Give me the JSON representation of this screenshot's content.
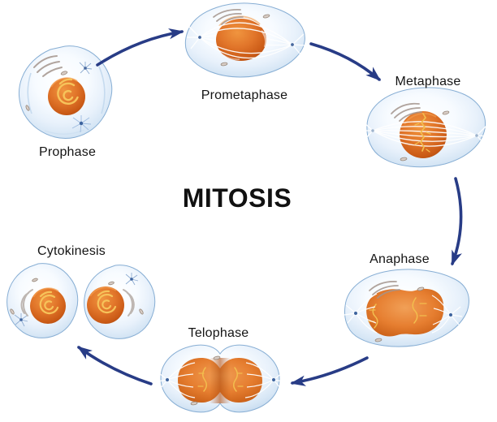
{
  "title": "MITOSIS",
  "phases": [
    {
      "id": "prophase",
      "label": "Prophase"
    },
    {
      "id": "prometaphase",
      "label": "Prometaphase"
    },
    {
      "id": "metaphase",
      "label": "Metaphase"
    },
    {
      "id": "anaphase",
      "label": "Anaphase"
    },
    {
      "id": "telophase",
      "label": "Telophase"
    },
    {
      "id": "cytokinesis",
      "label": "Cytokinesis"
    }
  ],
  "arrows": [
    {
      "from": "Prophase",
      "to": "Prometaphase"
    },
    {
      "from": "Prometaphase",
      "to": "Metaphase"
    },
    {
      "from": "Metaphase",
      "to": "Anaphase"
    },
    {
      "from": "Anaphase",
      "to": "Telophase"
    },
    {
      "from": "Telophase",
      "to": "Cytokinesis"
    }
  ],
  "colors": {
    "arrow": "#283c86",
    "nucleus_orange": "#e1752a",
    "chromatin_yellow": "#f2bd4e",
    "cell_blue": "#d8e7f6",
    "cell_outline": "#87aed4",
    "label_text": "#141414",
    "background": "#ffffff"
  }
}
